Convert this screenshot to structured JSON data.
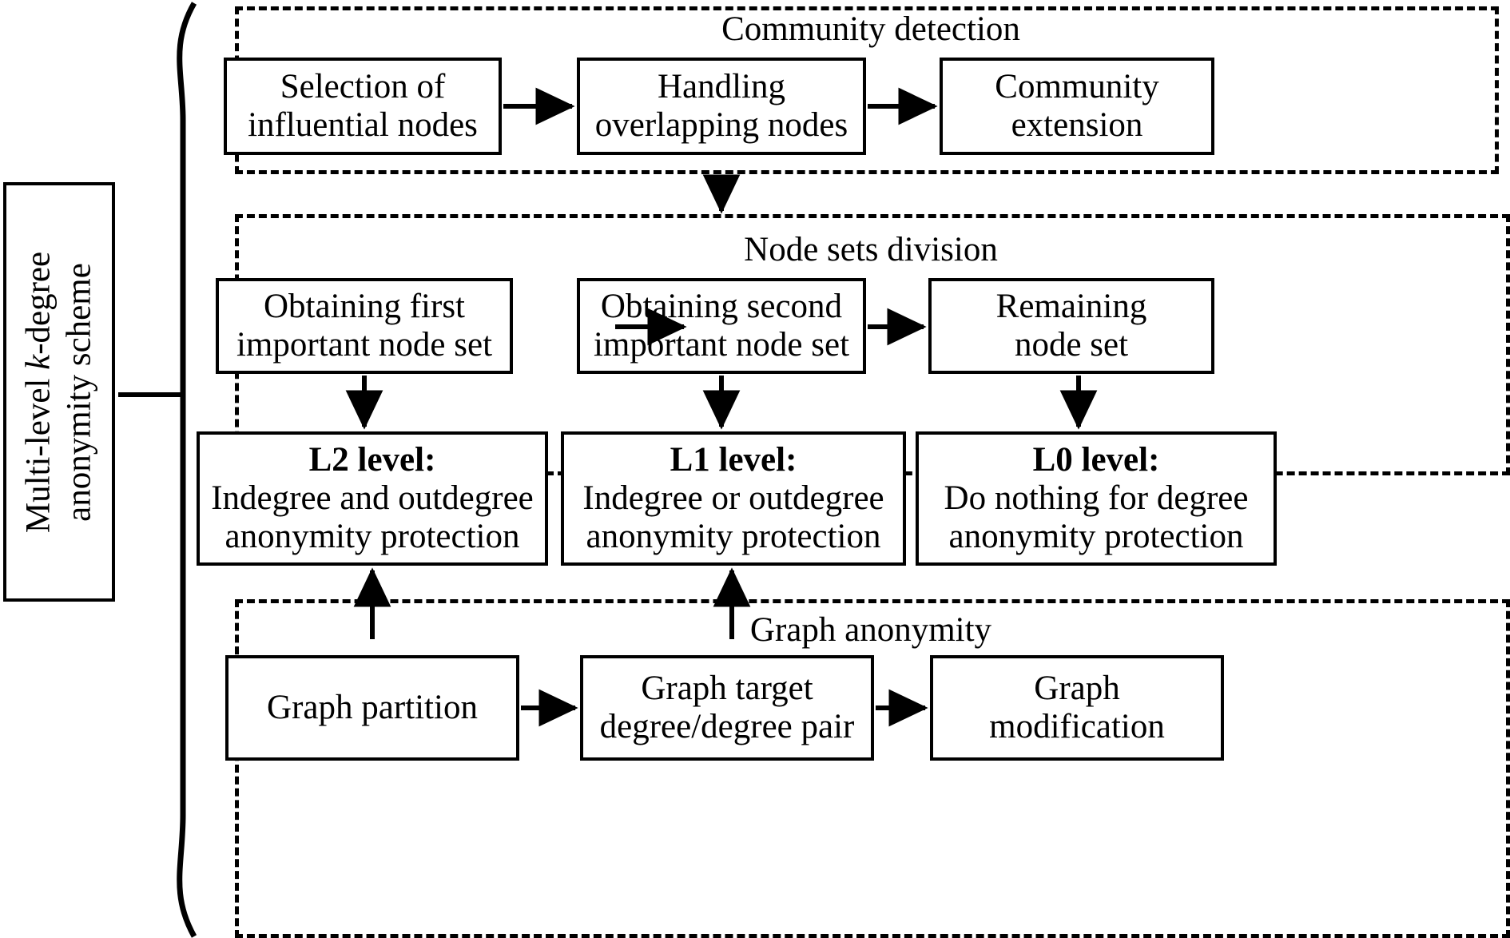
{
  "figure": {
    "scheme_label": {
      "line1": "Multi-level k-degree",
      "line1_pre": "Multi-level ",
      "line1_italic": "k",
      "line1_post": "-degree",
      "line2": "anonymity scheme"
    },
    "groups": [
      {
        "id": "community-detection",
        "title": "Community detection",
        "boxes": [
          {
            "id": "selection-of-influential-nodes",
            "lines": [
              "Selection of",
              "influential nodes"
            ]
          },
          {
            "id": "handling-overlapping-nodes",
            "lines": [
              "Handling",
              "overlapping nodes"
            ]
          },
          {
            "id": "community-extension",
            "lines": [
              "Community",
              "extension"
            ]
          }
        ]
      },
      {
        "id": "node-sets-division",
        "title": "Node sets division",
        "boxes": [
          {
            "id": "obtaining-first-important-node-set",
            "lines": [
              "Obtaining first",
              "important node set"
            ]
          },
          {
            "id": "obtaining-second-important-node-set",
            "lines": [
              "Obtaining second",
              "important node set"
            ]
          },
          {
            "id": "remaining-node-set",
            "lines": [
              "Remaining",
              "node set"
            ]
          }
        ]
      },
      {
        "id": "graph-anonymity",
        "title": "Graph anonymity",
        "boxes": [
          {
            "id": "graph-partition",
            "lines": [
              "Graph partition"
            ]
          },
          {
            "id": "graph-target-degree-pair",
            "lines": [
              "Graph target",
              "degree/degree pair"
            ]
          },
          {
            "id": "graph-modification",
            "lines": [
              "Graph",
              "modification"
            ]
          }
        ]
      }
    ],
    "levels": [
      {
        "id": "l2",
        "heading": "L2 level:",
        "lines": [
          "Indegree and outdegree",
          "anonymity protection"
        ]
      },
      {
        "id": "l1",
        "heading": "L1 level:",
        "lines": [
          "Indegree or outdegree",
          "anonymity protection"
        ]
      },
      {
        "id": "l0",
        "heading": "L0 level:",
        "lines": [
          "Do nothing for degree",
          "anonymity protection"
        ]
      }
    ],
    "colors": {
      "stroke": "#000000",
      "background": "#ffffff"
    }
  }
}
